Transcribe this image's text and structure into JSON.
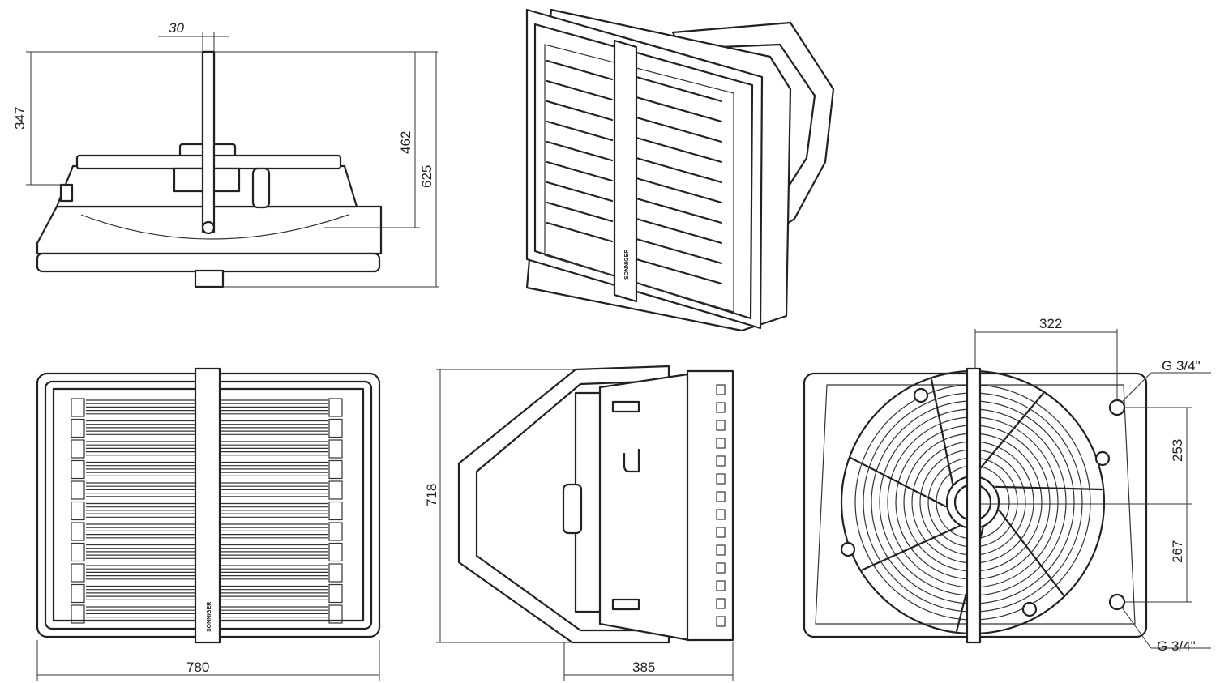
{
  "dimensions": {
    "pipe_offset": "30",
    "top_height_a": "347",
    "top_height_b": "462",
    "top_height_total": "625",
    "front_width": "780",
    "side_height": "718",
    "side_depth": "385",
    "back_offset": "322",
    "back_spacing_upper": "253",
    "back_spacing_lower": "267"
  },
  "connections": {
    "upper": "G 3/4\"",
    "lower": "G 3/4\""
  },
  "brand_mark": "SONNIGER"
}
